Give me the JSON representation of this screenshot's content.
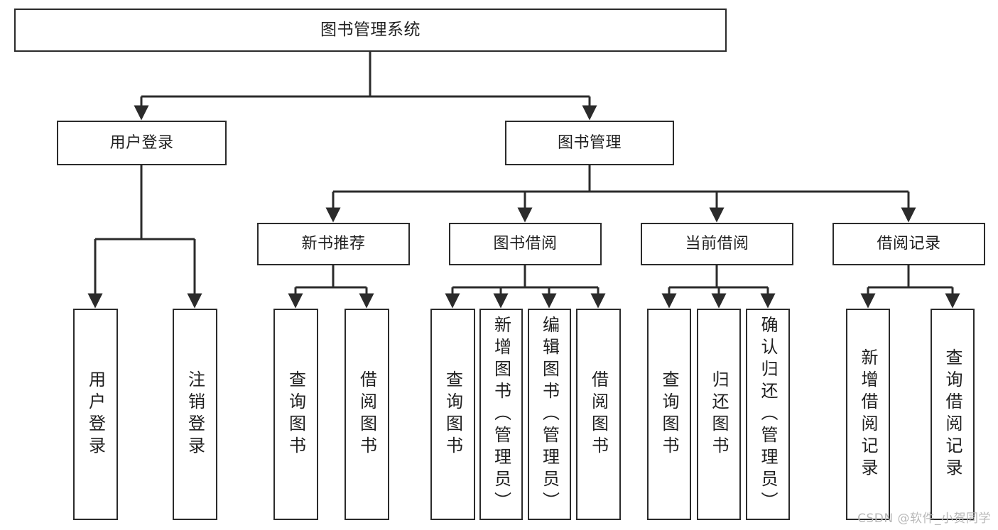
{
  "diagram": {
    "title": "图书管理系统",
    "type": "tree",
    "watermark": "CSDN @软件_小贺同学",
    "colors": {
      "box_border": "#2b2b2b",
      "box_fill": "#ffffff",
      "edge": "#2b2b2b",
      "text": "#1f1f1f",
      "watermark": "#b9b9b9",
      "background": "#ffffff"
    }
  },
  "nodes": {
    "root": {
      "label": "图书管理系统"
    },
    "level2": [
      {
        "id": "user-login",
        "label": "用户登录"
      },
      {
        "id": "book-manage",
        "label": "图书管理"
      }
    ],
    "level3": [
      {
        "id": "new-book-recommend",
        "label": "新书推荐"
      },
      {
        "id": "book-borrow",
        "label": "图书借阅"
      },
      {
        "id": "current-borrow",
        "label": "当前借阅"
      },
      {
        "id": "borrow-record",
        "label": "借阅记录"
      }
    ],
    "leaves": {
      "user-login": [
        {
          "id": "leaf-user-login",
          "label": "用户登录"
        },
        {
          "id": "leaf-logout",
          "label": "注销登录"
        }
      ],
      "new-book-recommend": [
        {
          "id": "leaf-query-book-1",
          "label": "查询图书"
        },
        {
          "id": "leaf-borrow-book-1",
          "label": "借阅图书"
        }
      ],
      "book-borrow": [
        {
          "id": "leaf-query-book-2",
          "label": "查询图书"
        },
        {
          "id": "leaf-add-book",
          "label": "新增图书（管理员）"
        },
        {
          "id": "leaf-edit-book",
          "label": "编辑图书（管理员）"
        },
        {
          "id": "leaf-borrow-book-2",
          "label": "借阅图书"
        }
      ],
      "current-borrow": [
        {
          "id": "leaf-query-book-3",
          "label": "查询图书"
        },
        {
          "id": "leaf-return-book",
          "label": "归还图书"
        },
        {
          "id": "leaf-confirm-return",
          "label": "确认归还（管理员）"
        }
      ],
      "borrow-record": [
        {
          "id": "leaf-add-record",
          "label": "新增借阅记录"
        },
        {
          "id": "leaf-query-record",
          "label": "查询借阅记录"
        }
      ]
    }
  }
}
